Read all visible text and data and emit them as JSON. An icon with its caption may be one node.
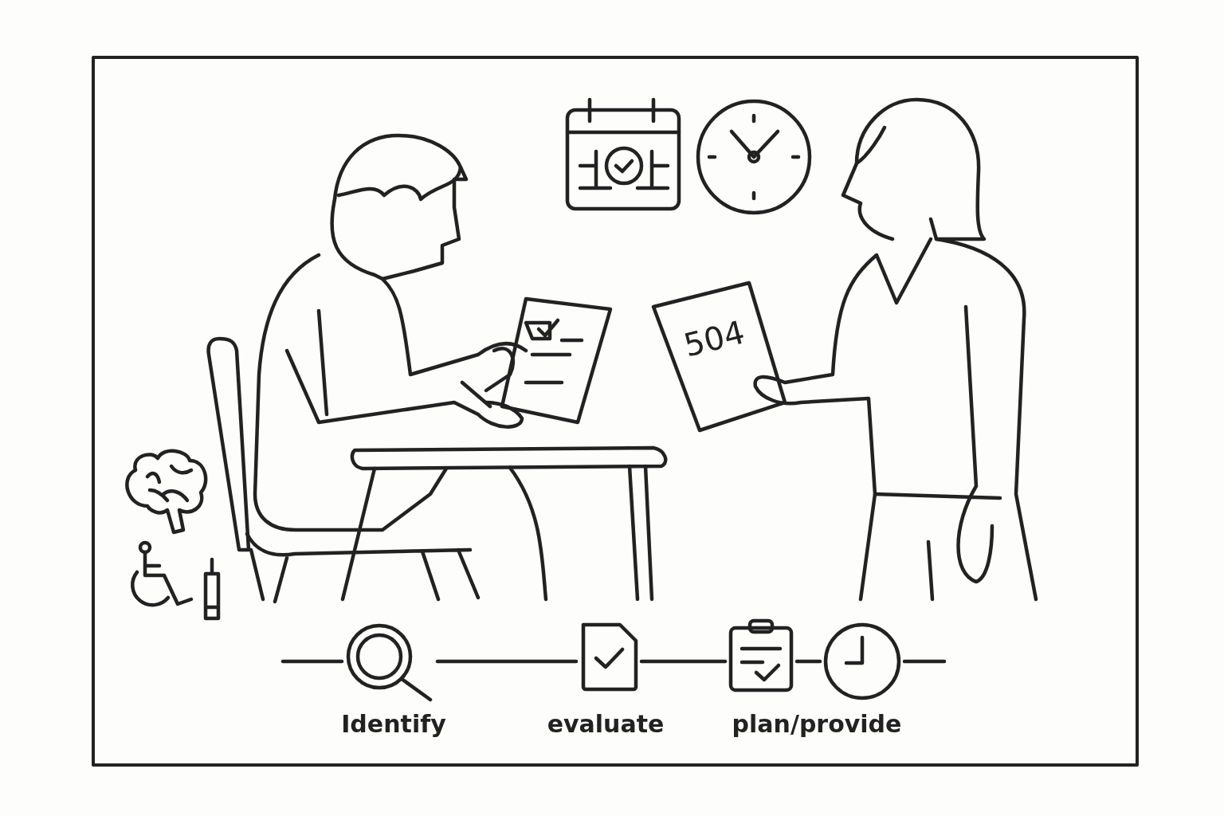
{
  "diagram": {
    "nodes": [
      {
        "text": [],
        "shape": "picture"
      },
      {
        "text": [],
        "shape": "picture"
      },
      {
        "text": [],
        "shape": "picture"
      },
      {
        "text": [],
        "shape": "picture"
      }
    ],
    "edges": [
      {
        "from": null,
        "to": 0,
        "arrow": "none"
      },
      {
        "from": 0,
        "to": 1,
        "arrow": "none"
      },
      {
        "from": 1,
        "to": 2,
        "arrow": "none"
      },
      {
        "from": 2,
        "to": 3,
        "arrow": "none"
      },
      {
        "from": 3,
        "to": null,
        "arrow": "none"
      }
    ],
    "labels": [
      "504",
      "Identify",
      "evaluate",
      "plan/provide"
    ]
  }
}
